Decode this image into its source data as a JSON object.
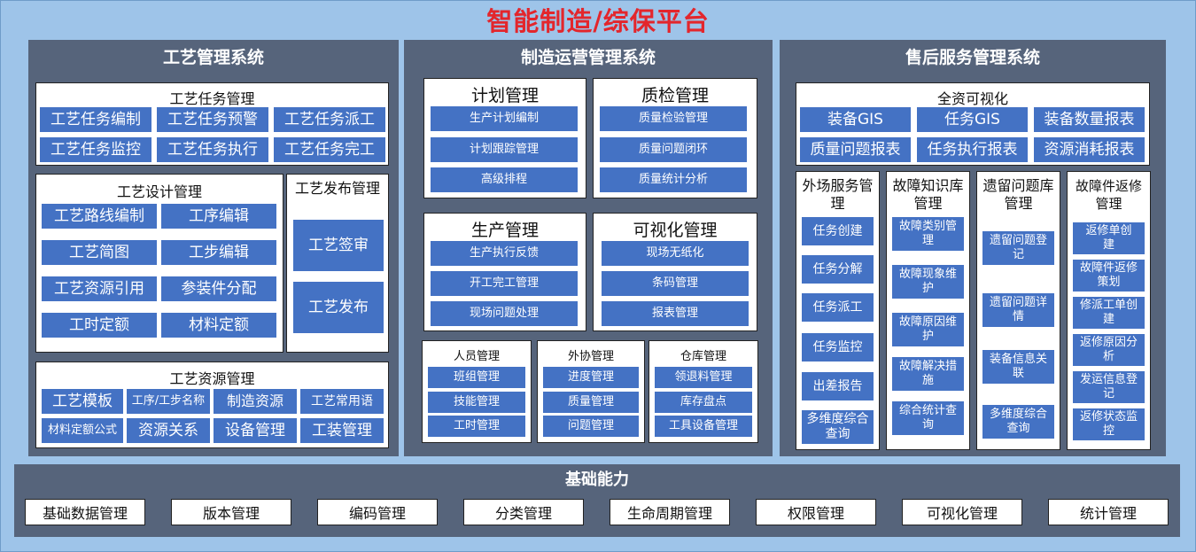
{
  "title": "智能制造/综保平台",
  "left": {
    "title": "工艺管理系统",
    "task": {
      "title": "工艺任务管理",
      "items": [
        "工艺任务编制",
        "工艺任务预警",
        "工艺任务派工",
        "工艺任务监控",
        "工艺任务执行",
        "工艺任务完工"
      ]
    },
    "design": {
      "title": "工艺设计管理",
      "items": [
        "工艺路线编制",
        "工序编辑",
        "工艺简图",
        "工步编辑",
        "工艺资源引用",
        "参装件分配",
        "工时定额",
        "材料定额"
      ]
    },
    "publish": {
      "title": "工艺发布管理",
      "items": [
        "工艺签审",
        "工艺发布"
      ]
    },
    "resource": {
      "title": "工艺资源管理",
      "items": [
        "工艺模板",
        "工序/工步名称",
        "制造资源",
        "工艺常用语",
        "材料定额公式",
        "资源关系",
        "设备管理",
        "工装管理"
      ]
    }
  },
  "mid": {
    "title": "制造运营管理系统",
    "plan": {
      "title": "计划管理",
      "items": [
        "生产计划编制",
        "计划跟踪管理",
        "高级排程"
      ]
    },
    "qc": {
      "title": "质检管理",
      "items": [
        "质量检验管理",
        "质量问题闭环",
        "质量统计分析"
      ]
    },
    "prod": {
      "title": "生产管理",
      "items": [
        "生产执行反馈",
        "开工完工管理",
        "现场问题处理"
      ]
    },
    "vis": {
      "title": "可视化管理",
      "items": [
        "现场无纸化",
        "条码管理",
        "报表管理"
      ]
    },
    "staff": {
      "title": "人员管理",
      "items": [
        "班组管理",
        "技能管理",
        "工时管理"
      ]
    },
    "outs": {
      "title": "外协管理",
      "items": [
        "进度管理",
        "质量管理",
        "问题管理"
      ]
    },
    "wh": {
      "title": "仓库管理",
      "items": [
        "领退料管理",
        "库存盘点",
        "工具设备管理"
      ]
    }
  },
  "right": {
    "title": "售后服务管理系统",
    "full": {
      "title": "全资可视化",
      "items": [
        "装备GIS",
        "任务GIS",
        "装备数量报表",
        "质量问题报表",
        "任务执行报表",
        "资源消耗报表"
      ]
    },
    "field": {
      "title": "外场服务管理",
      "items": [
        "任务创建",
        "任务分解",
        "任务派工",
        "任务监控",
        "出差报告",
        "多维度综合查询"
      ]
    },
    "fault": {
      "title": "故障知识库管理",
      "items": [
        "故障类别管理",
        "故障现象维护",
        "故障原因维护",
        "故障解决措施",
        "综合统计查询"
      ]
    },
    "legacy": {
      "title": "遗留问题库管理",
      "items": [
        "遗留问题登记",
        "遗留问题详情",
        "装备信息关联",
        "多维度综合查询"
      ]
    },
    "ret": {
      "title": "故障件返修管理",
      "items": [
        "返修单创建",
        "故障件返修策划",
        "修派工单创建",
        "返修原因分析",
        "发运信息登记",
        "返修状态监控"
      ]
    }
  },
  "base": {
    "title": "基础能力",
    "items": [
      "基础数据管理",
      "版本管理",
      "编码管理",
      "分类管理",
      "生命周期管理",
      "权限管理",
      "可视化管理",
      "统计管理"
    ]
  },
  "colors": {
    "title": "#e3262c",
    "panel": "#56647b",
    "button": "#4472c4",
    "background": "#9ec4e9"
  }
}
